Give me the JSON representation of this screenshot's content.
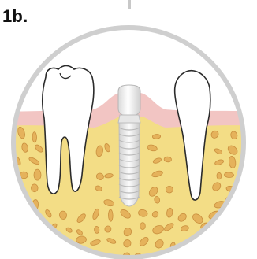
{
  "figure": {
    "label": "1b."
  },
  "colors": {
    "ring": "#cfcfcf",
    "gum": "#f2c5c3",
    "gum_edge": "#e8a9a6",
    "bone": "#f3dd86",
    "bone_cell": "#e5b25b",
    "bone_cell_edge": "#c98f3e",
    "tooth": "#ffffff",
    "tooth_outline": "#2b2b2b",
    "implant_light": "#f4f4f4",
    "implant_shade": "#cfcfcf",
    "implant_edge": "#b5b5b5"
  },
  "elements": {
    "left_tooth": "molar",
    "center": "dental-implant",
    "right_tooth": "premolar"
  }
}
